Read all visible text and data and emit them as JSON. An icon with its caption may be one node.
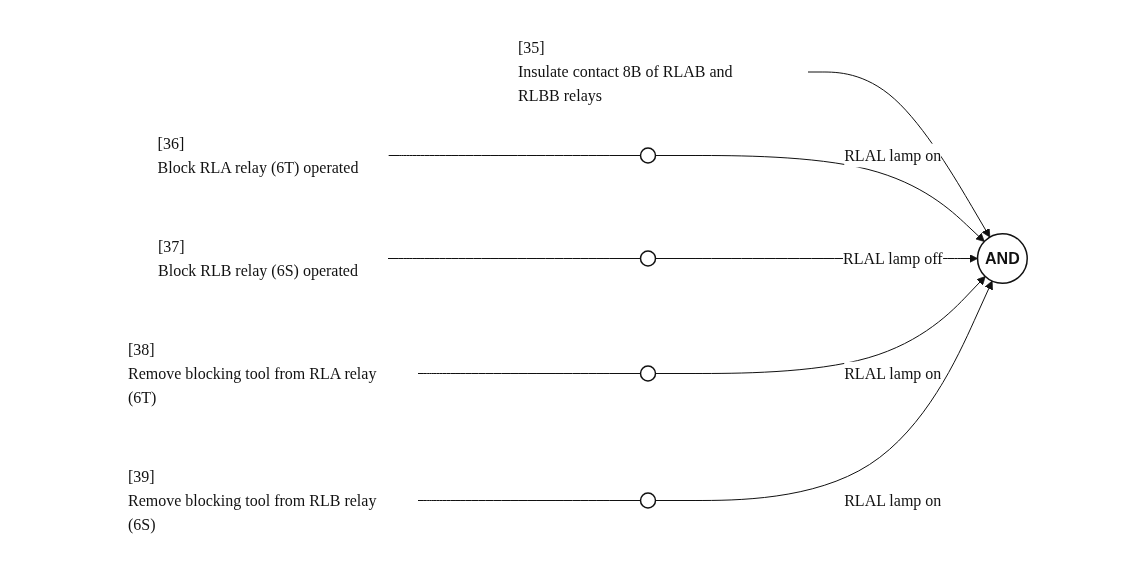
{
  "diagram": {
    "nodes": [
      {
        "text": [
          "[35]",
          "Insulate contact 8B of RLAB and RLBB relays"
        ]
      },
      {
        "text": [
          "[36]",
          "Block RLA relay (6T) operated"
        ]
      },
      {
        "text": [],
        "shape": "circle"
      },
      {
        "text": [
          "[37]",
          "Block RLB relay (6S) operated"
        ]
      },
      {
        "text": [],
        "shape": "circle"
      },
      {
        "text": [
          "[38]",
          "Remove blocking tool from RLA relay (6T)"
        ]
      },
      {
        "text": [],
        "shape": "circle"
      },
      {
        "text": [
          "[39]",
          "Remove blocking tool from RLB relay (6S)"
        ]
      },
      {
        "text": [],
        "shape": "circle"
      },
      {
        "text": [
          "AND"
        ]
      }
    ],
    "edges": [
      {
        "from": 0,
        "to": 9,
        "arrow": "to"
      },
      {
        "from": 1,
        "to": 2,
        "arrow": "none"
      },
      {
        "from": 2,
        "to": 9,
        "arrow": "to",
        "label": "RLAL lamp on"
      },
      {
        "from": 3,
        "to": 4,
        "arrow": "none"
      },
      {
        "from": 4,
        "to": 9,
        "arrow": "to",
        "label": "RLAL lamp off"
      },
      {
        "from": 5,
        "to": 6,
        "arrow": "none"
      },
      {
        "from": 6,
        "to": 9,
        "arrow": "to",
        "label": "RLAL lamp on"
      },
      {
        "from": 7,
        "to": 8,
        "arrow": "none"
      },
      {
        "from": 8,
        "to": 9,
        "arrow": "to",
        "label": "RLAL lamp on"
      }
    ]
  }
}
